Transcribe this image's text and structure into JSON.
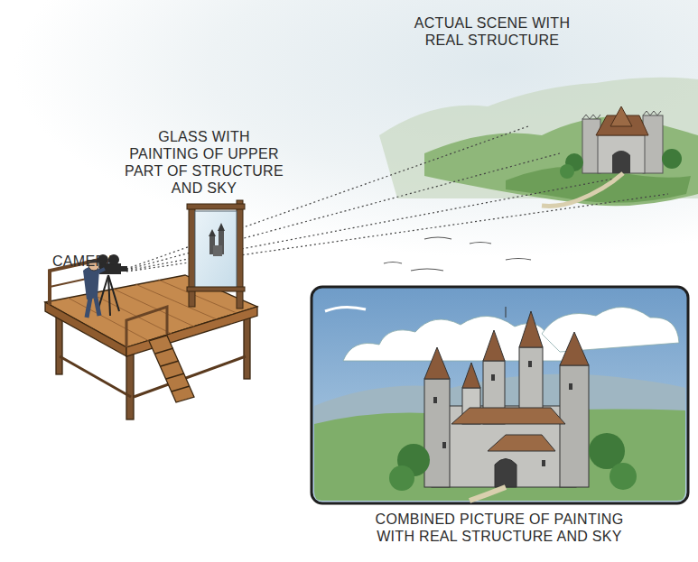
{
  "diagram": {
    "labels": [
      "ACTUAL SCENE WITH REAL STRUCTURE",
      "GLASS WITH PAINTING OF UPPER PART OF STRUCTURE AND SKY",
      "CAMERA",
      "COMBINED PICTURE OF PAINTING WITH REAL STRUCTURE AND SKY"
    ]
  }
}
